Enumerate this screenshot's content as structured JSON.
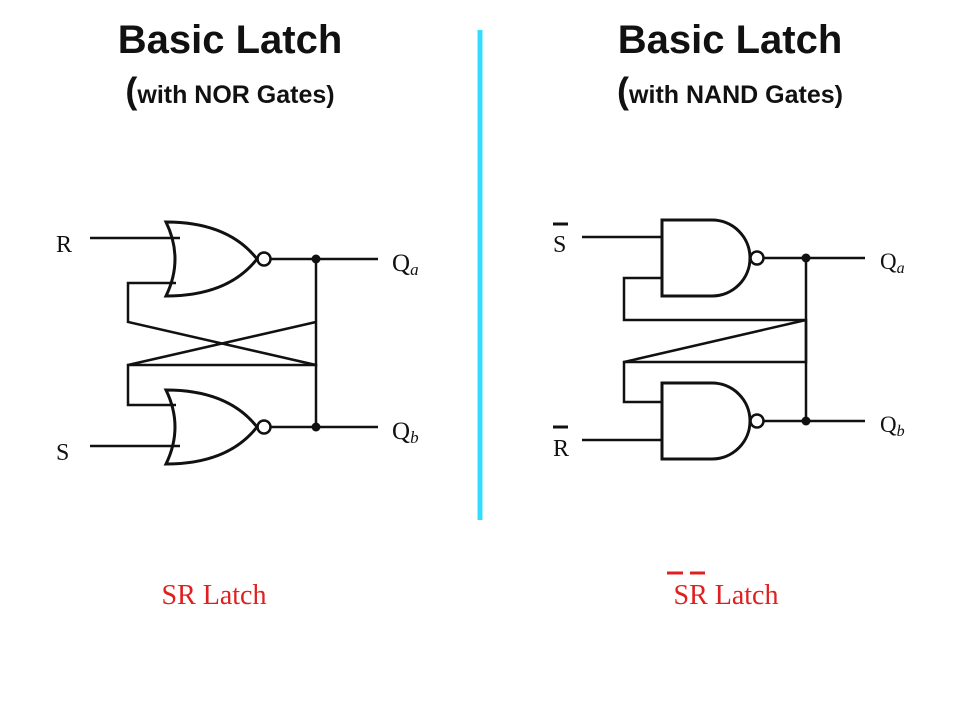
{
  "left": {
    "title": "Basic Latch",
    "subtitle_open": "(",
    "subtitle": "with NOR Gates)",
    "input_top": "R",
    "input_bottom": "S",
    "output_top_main": "Q",
    "output_top_sub": "a",
    "output_bottom_main": "Q",
    "output_bottom_sub": "b",
    "caption": "SR Latch"
  },
  "right": {
    "title": "Basic Latch",
    "subtitle_open": "(",
    "subtitle": "with NAND Gates)",
    "input_top": "S",
    "input_bottom": "R",
    "output_top_main": "Q",
    "output_top_sub": "a",
    "output_bottom_main": "Q",
    "output_bottom_sub": "b",
    "caption": "SR Latch"
  },
  "colors": {
    "divider": "#33ddff",
    "caption": "#e02020",
    "wire": "#111111"
  }
}
